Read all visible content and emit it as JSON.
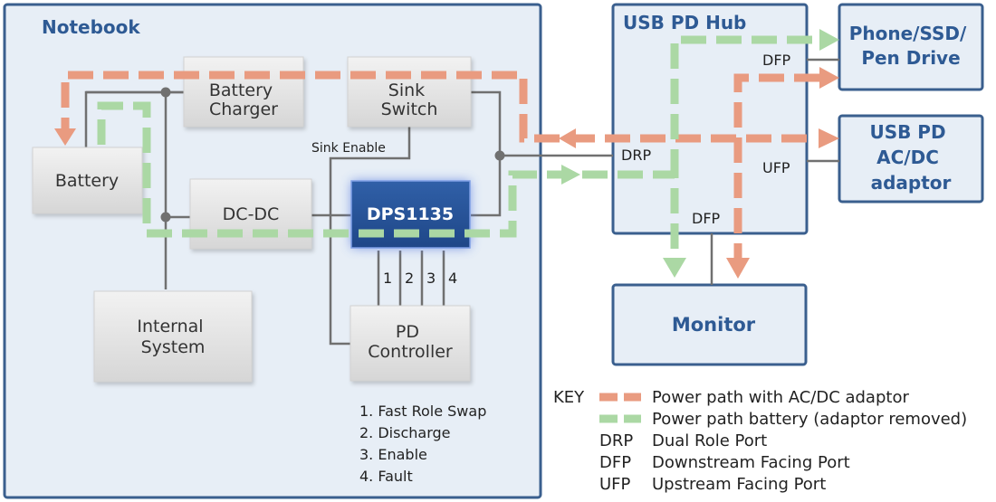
{
  "notebook": {
    "title": "Notebook",
    "battery": "Battery",
    "battery_charger": [
      "Battery",
      "Charger"
    ],
    "sink_switch": [
      "Sink",
      "Switch"
    ],
    "sink_enable": "Sink Enable",
    "dcdc": "DC-DC",
    "chip": "DPS1135",
    "internal_system": [
      "Internal",
      "System"
    ],
    "pd_controller": [
      "PD",
      "Controller"
    ],
    "pin_numbers": [
      "1",
      "2",
      "3",
      "4"
    ],
    "pin_legend": [
      "1. Fast Role Swap",
      "2. Discharge",
      "3. Enable",
      "4. Fault"
    ]
  },
  "hub": {
    "title": "USB PD Hub",
    "ports": {
      "dfp_top": "DFP",
      "drp": "DRP",
      "ufp": "UFP",
      "dfp_bottom": "DFP"
    }
  },
  "devices": {
    "phone": [
      "Phone/SSD/",
      "Pen Drive"
    ],
    "adaptor": [
      "USB PD",
      "AC/DC",
      "adaptor"
    ],
    "monitor": "Monitor"
  },
  "key": {
    "label": "KEY",
    "items": [
      {
        "style": "orange-dash",
        "text": "Power path with AC/DC adaptor"
      },
      {
        "style": "green-dash",
        "text": "Power path battery (adaptor removed)"
      }
    ],
    "abbreviations": [
      {
        "abbr": "DRP",
        "text": "Dual Role Port"
      },
      {
        "abbr": "DFP",
        "text": "Downstream Facing Port"
      },
      {
        "abbr": "UFP",
        "text": "Upstream Facing Port"
      }
    ]
  },
  "colors": {
    "frame": "#3a5f8e",
    "frame_fill": "#e7eef6",
    "chip": "#2a5296",
    "orange_path": "#e99b80",
    "green_path": "#abd8a4",
    "wire": "#707070"
  }
}
